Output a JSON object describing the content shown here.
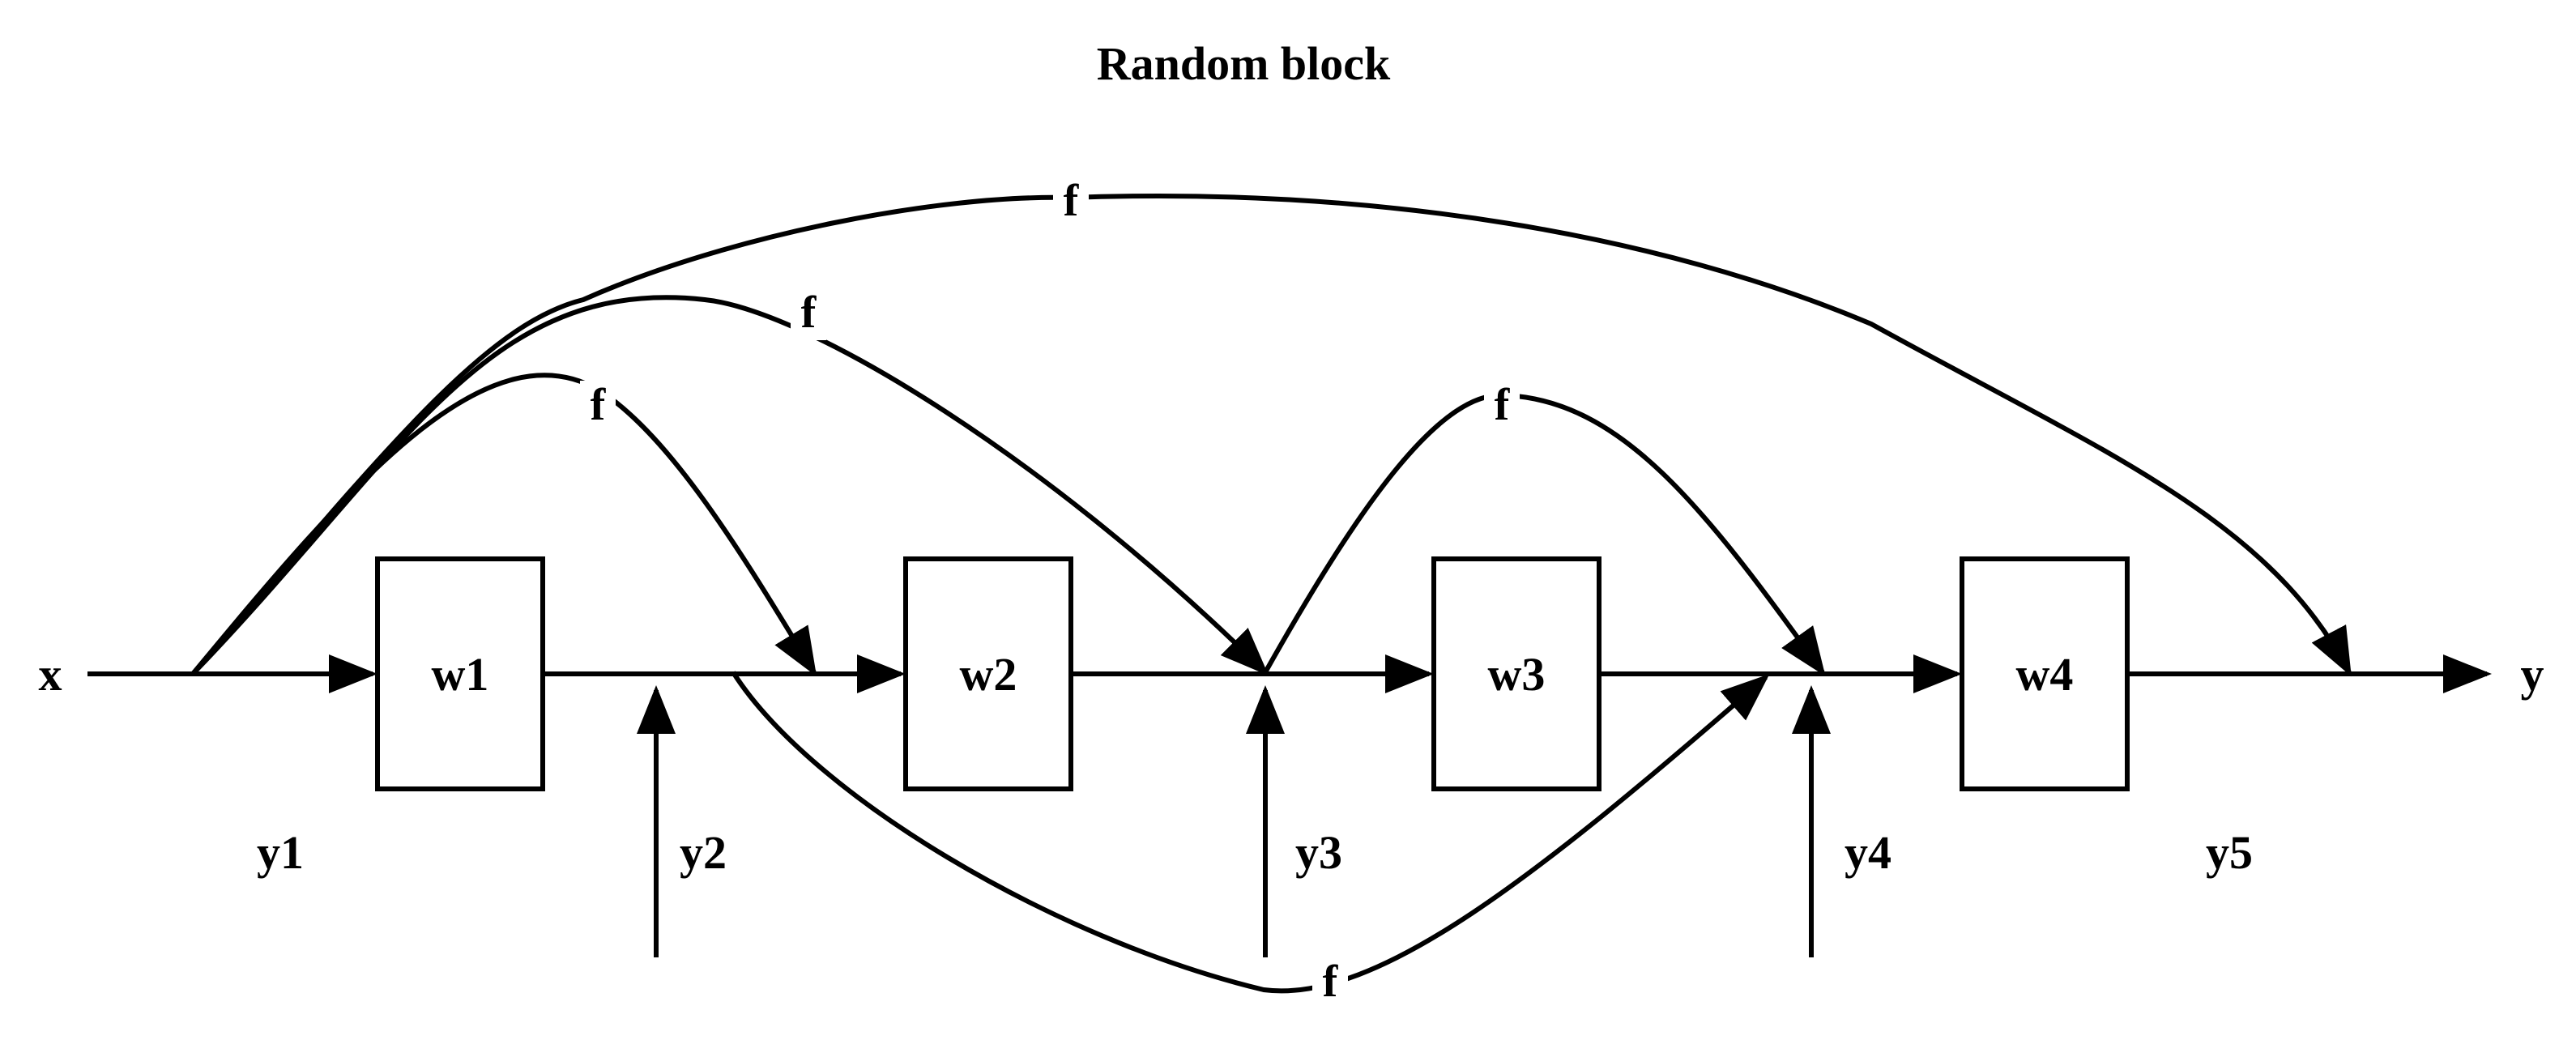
{
  "title": "Random block",
  "signals": {
    "input": "x",
    "output": "y",
    "y1": "y1",
    "y2": "y2",
    "y3": "y3",
    "y4": "y4",
    "y5": "y5"
  },
  "blocks": [
    {
      "label": "w1"
    },
    {
      "label": "w2"
    },
    {
      "label": "w3"
    },
    {
      "label": "w4"
    }
  ],
  "skip_connections": [
    {
      "label": "f"
    },
    {
      "label": "f"
    },
    {
      "label": "f"
    },
    {
      "label": "f"
    },
    {
      "label": "f"
    }
  ]
}
